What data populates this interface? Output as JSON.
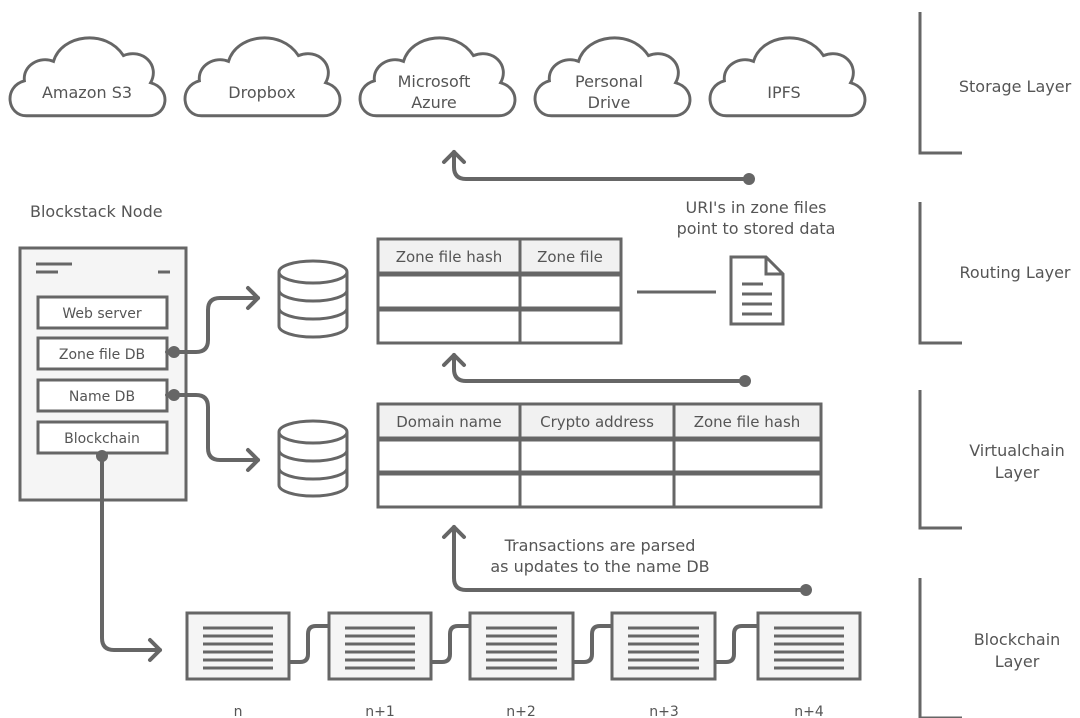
{
  "clouds": [
    {
      "lines": [
        "Amazon S3"
      ]
    },
    {
      "lines": [
        "Dropbox"
      ]
    },
    {
      "lines": [
        "Microsoft",
        "Azure"
      ]
    },
    {
      "lines": [
        "Personal",
        "Drive"
      ]
    },
    {
      "lines": [
        "IPFS"
      ]
    }
  ],
  "layers": {
    "storage": [
      "Storage Layer"
    ],
    "routing": [
      "Routing Layer"
    ],
    "virtualchain": [
      "Virtualchain",
      "Layer"
    ],
    "blockchain": [
      "Blockchain",
      "Layer"
    ]
  },
  "node": {
    "title": "Blockstack Node",
    "components": [
      "Web server",
      "Zone file DB",
      "Name DB",
      "Blockchain"
    ]
  },
  "zone_table": {
    "headers": [
      "Zone file hash",
      "Zone file"
    ]
  },
  "name_table": {
    "headers": [
      "Domain name",
      "Crypto address",
      "Zone file hash"
    ]
  },
  "annotations": {
    "uri": [
      "URI's in zone files",
      "point to stored data"
    ],
    "transactions": [
      "Transactions are parsed",
      "as updates to the name DB"
    ]
  },
  "blocks": [
    "n",
    "n+1",
    "n+2",
    "n+3",
    "n+4"
  ]
}
